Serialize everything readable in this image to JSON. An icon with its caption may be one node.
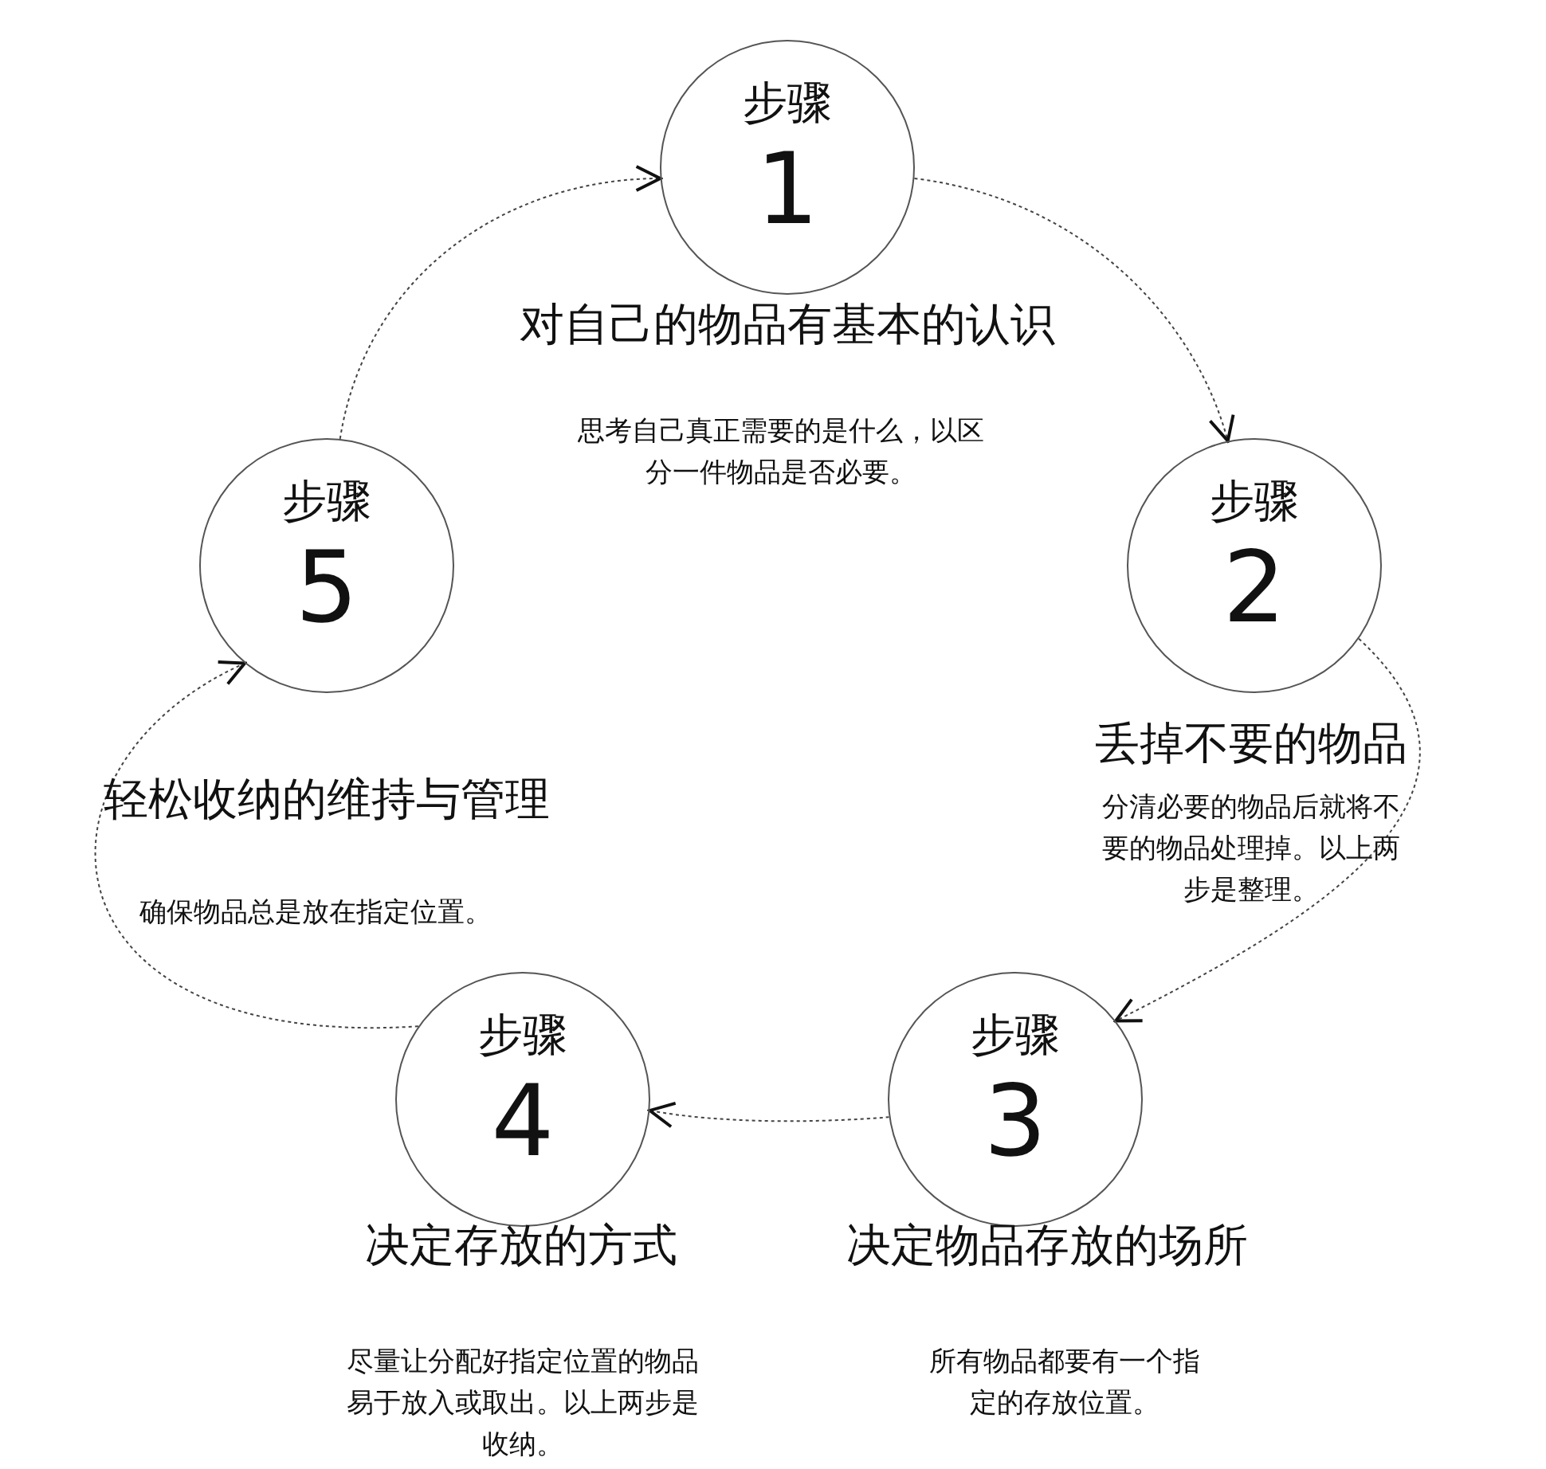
{
  "diagram": {
    "nodes": [
      {
        "text": [
          "步骤",
          "1"
        ],
        "beside": [
          "对自己的物品有基本的认识",
          "思考自己真正需要的是什么，以区分一件物品是否必要。"
        ]
      },
      {
        "text": [
          "步骤",
          "2"
        ],
        "beside": [
          "丢掉不要的物品",
          "分清必要的物品后就将不要的物品处理掉。以上两步是整理。"
        ]
      },
      {
        "text": [
          "步骤",
          "3"
        ],
        "beside": [
          "决定物品存放的场所",
          "所有物品都要有一个指定的存放位置。"
        ]
      },
      {
        "text": [
          "步骤",
          "4"
        ],
        "beside": [
          "决定存放的方式",
          "尽量让分配好指定位置的物品易于放入或取出。以上两步是收纳。"
        ]
      },
      {
        "text": [
          "步骤",
          "5"
        ],
        "beside": [
          "轻松收纳的维持与管理",
          "确保物品总是放在指定位置。"
        ]
      }
    ],
    "edges": [
      {
        "from": 4,
        "to": 0,
        "arrow": "to",
        "style": "dashed"
      },
      {
        "from": 0,
        "to": 1,
        "arrow": "to",
        "style": "dashed"
      },
      {
        "from": 1,
        "to": 2,
        "arrow": "to",
        "style": "dashed"
      },
      {
        "from": 2,
        "to": 3,
        "arrow": "to",
        "style": "dashed"
      },
      {
        "from": 3,
        "to": 4,
        "arrow": "to",
        "style": "dashed"
      }
    ]
  }
}
